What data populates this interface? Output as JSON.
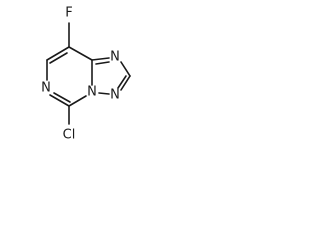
{
  "molecule": {
    "atoms": {
      "fluorine": "F",
      "chlorine": "Cl",
      "n_pyrimidine": "N",
      "n_triazole_top": "N",
      "n_bridgehead": "N",
      "n_triazole_bottom": "N"
    }
  }
}
